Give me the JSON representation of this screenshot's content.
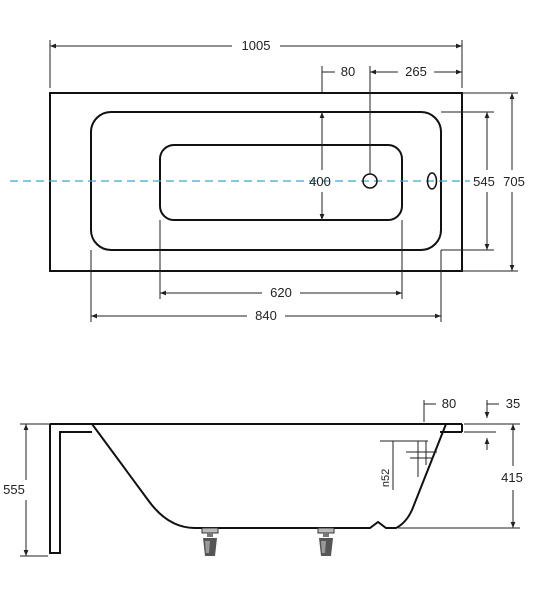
{
  "top_view": {
    "overall_length": "1005",
    "offset_80": "80",
    "offset_265": "265",
    "inner_height": "400",
    "bowl_height": "545",
    "overall_width": "705",
    "inner_length": "620",
    "bowl_length": "840"
  },
  "side_view": {
    "total_height": "555",
    "rim_80": "80",
    "rim_35": "35",
    "depth": "415",
    "overflow_label": "n52"
  },
  "colors": {
    "line": "#111111",
    "centerline": "#3fa7c9"
  }
}
